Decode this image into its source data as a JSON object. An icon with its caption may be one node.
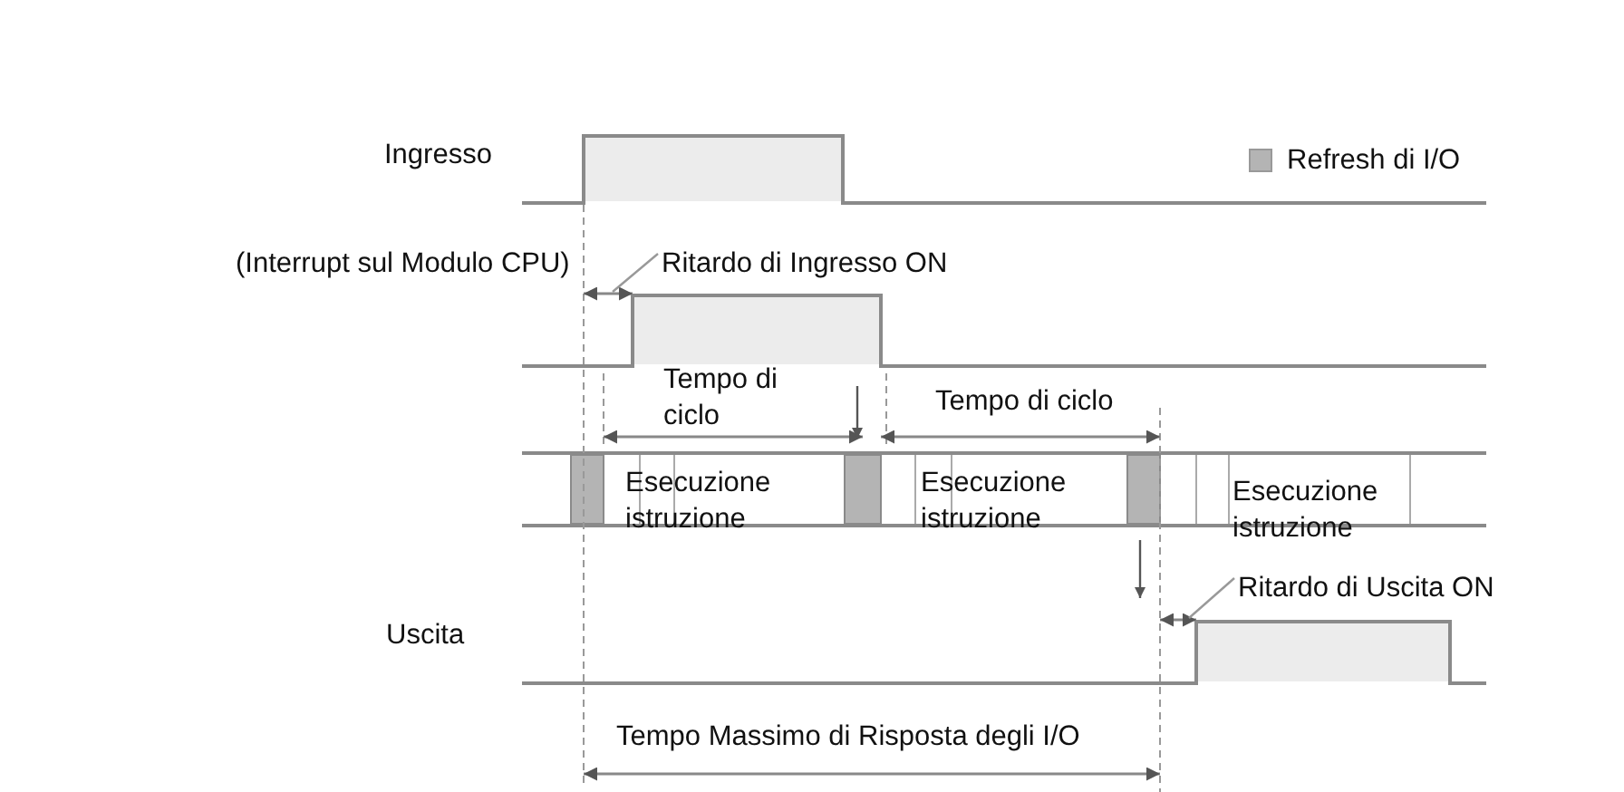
{
  "diagram": {
    "nodes": [
      {
        "text": [
          "Ritardo di Ingresso ON"
        ]
      },
      {
        "text": [
          "Ritardo di Uscita ON"
        ]
      }
    ],
    "edges": [
      {
        "from": 0,
        "to": null,
        "arrow": "none"
      },
      {
        "from": 1,
        "to": null,
        "arrow": "none"
      }
    ],
    "labels": [
      "Ingresso",
      "(Interrupt sul Modulo CPU)",
      "Tempo di ciclo",
      "Tempo di ciclo",
      "Esecuzione istruzione",
      "Esecuzione istruzione",
      "Esecuzione istruzione",
      "Uscita",
      "Tempo Massimo di Risposta degli I/O"
    ],
    "legend": [
      {
        "text": "Refresh di I/O",
        "color": "#b4b4b4"
      }
    ]
  }
}
